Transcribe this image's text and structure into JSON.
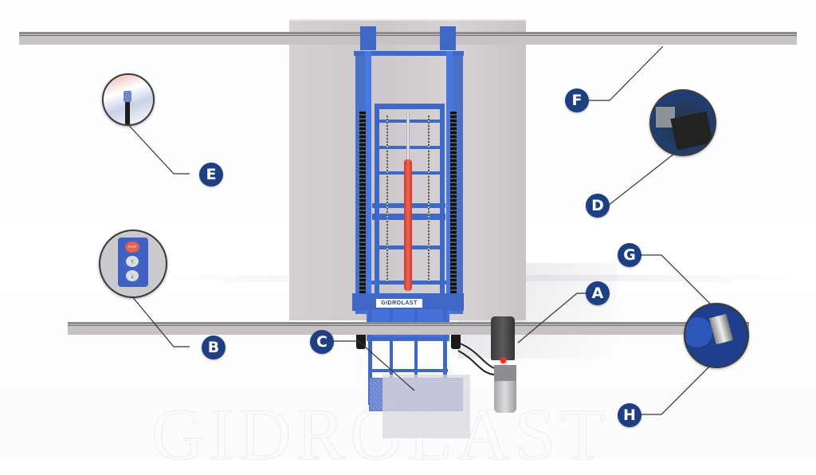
{
  "diagram": {
    "subject": "Hydraulic wall-mounted lift with rails",
    "watermark_text": "GIDROLAST",
    "brand_plate_text": "GIDROLAST",
    "colors": {
      "frame_blue": "#3f68c4",
      "badge_blue": "#1e3f82",
      "cylinder_red": "#e5503e",
      "rail_gray": "#c7c1c6",
      "wall_gray": "#d0cbce",
      "leader_line": "#333333"
    },
    "callouts": [
      {
        "id": "A",
        "label": "A",
        "target": "hydraulic power unit (motor pump)"
      },
      {
        "id": "B",
        "label": "B",
        "target": "control pendant (STOP / up / down)"
      },
      {
        "id": "C",
        "label": "C",
        "target": "guide roller"
      },
      {
        "id": "D",
        "label": "D",
        "target": "drive motor detail"
      },
      {
        "id": "E",
        "label": "E",
        "target": "hose fitting detail"
      },
      {
        "id": "F",
        "label": "F",
        "target": "upper rail"
      },
      {
        "id": "G",
        "label": "G",
        "target": "rail trolley wheel (top)"
      },
      {
        "id": "H",
        "label": "H",
        "target": "rail trolley wheel (bottom)"
      }
    ],
    "pendant": {
      "buttons": [
        "STOP",
        "↑",
        "↓"
      ]
    }
  }
}
